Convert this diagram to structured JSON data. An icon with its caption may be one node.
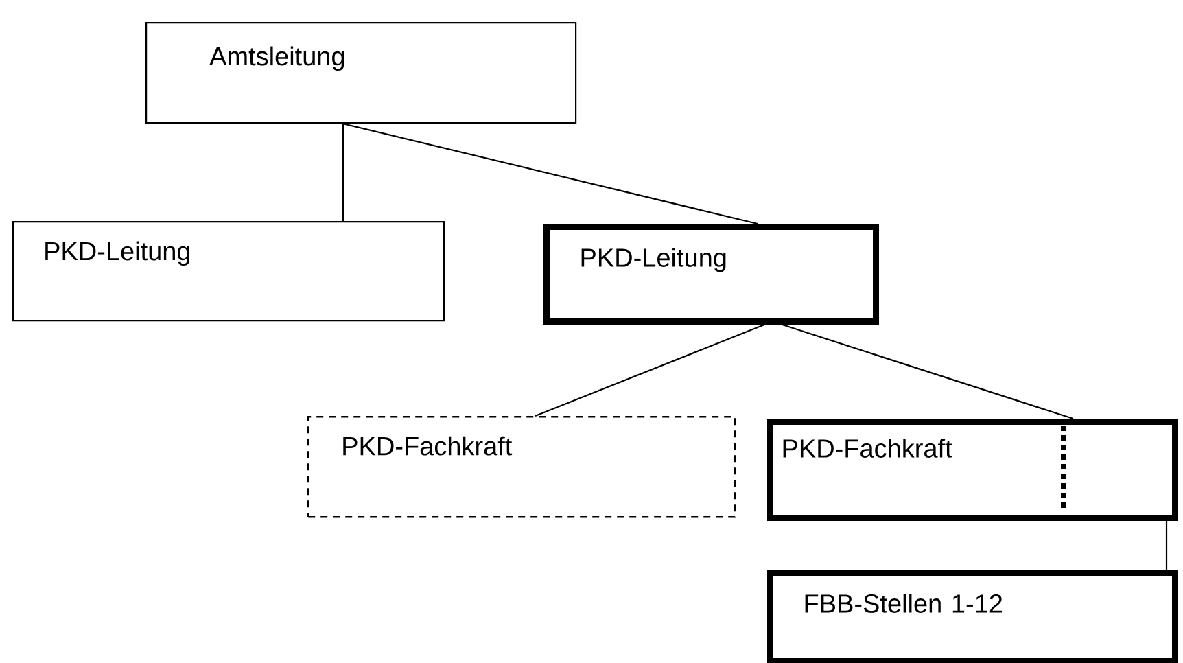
{
  "diagram": {
    "nodes": [
      {
        "text": [
          "Amtsleitung"
        ]
      },
      {
        "text": [
          "PKD-Leitung"
        ]
      },
      {
        "text": [
          "PKD-Leitung"
        ]
      },
      {
        "text": [
          "PKD-Fachkraft"
        ]
      },
      {
        "text": [
          "PKD-Fachkraft"
        ]
      },
      {
        "text": [
          "FBB-Stellen 1-12"
        ]
      }
    ],
    "edges": [
      {
        "from": 0,
        "to": 1,
        "arrow": "none"
      },
      {
        "from": 0,
        "to": 2,
        "arrow": "none"
      },
      {
        "from": 2,
        "to": 3,
        "arrow": "none"
      },
      {
        "from": 2,
        "to": 4,
        "arrow": "none"
      },
      {
        "from": 4,
        "to": 5,
        "arrow": "none"
      }
    ]
  }
}
